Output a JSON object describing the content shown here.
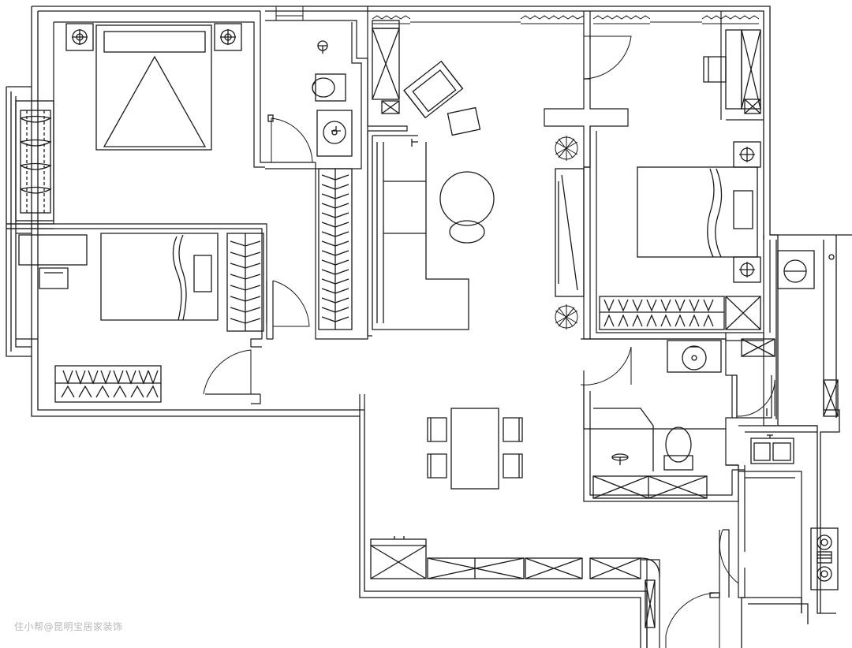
{
  "watermark": {
    "text": "住小帮@昆明宝居家装饰"
  },
  "colors": {
    "line": "#1a1a1a",
    "background": "#ffffff",
    "watermark": "#b8b8b8"
  },
  "rooms": [
    {
      "name": "master-bedroom",
      "furniture": [
        "double-bed",
        "nightstand",
        "nightstand"
      ]
    },
    {
      "name": "bathroom-1",
      "furniture": [
        "toilet",
        "sink"
      ]
    },
    {
      "name": "second-bedroom",
      "furniture": [
        "single-bed",
        "desk",
        "wardrobe",
        "wardrobe"
      ]
    },
    {
      "name": "living-room",
      "furniture": [
        "sofa",
        "coffee-table",
        "armchair",
        "tv-cabinet",
        "plants"
      ]
    },
    {
      "name": "third-bedroom",
      "furniture": [
        "double-bed",
        "wardrobe"
      ]
    },
    {
      "name": "dining-area",
      "furniture": [
        "dining-table",
        "chairs"
      ]
    },
    {
      "name": "bathroom-2",
      "furniture": [
        "toilet",
        "sink",
        "shower"
      ]
    },
    {
      "name": "kitchen",
      "furniture": [
        "double-sink",
        "stove",
        "fridge"
      ]
    }
  ]
}
